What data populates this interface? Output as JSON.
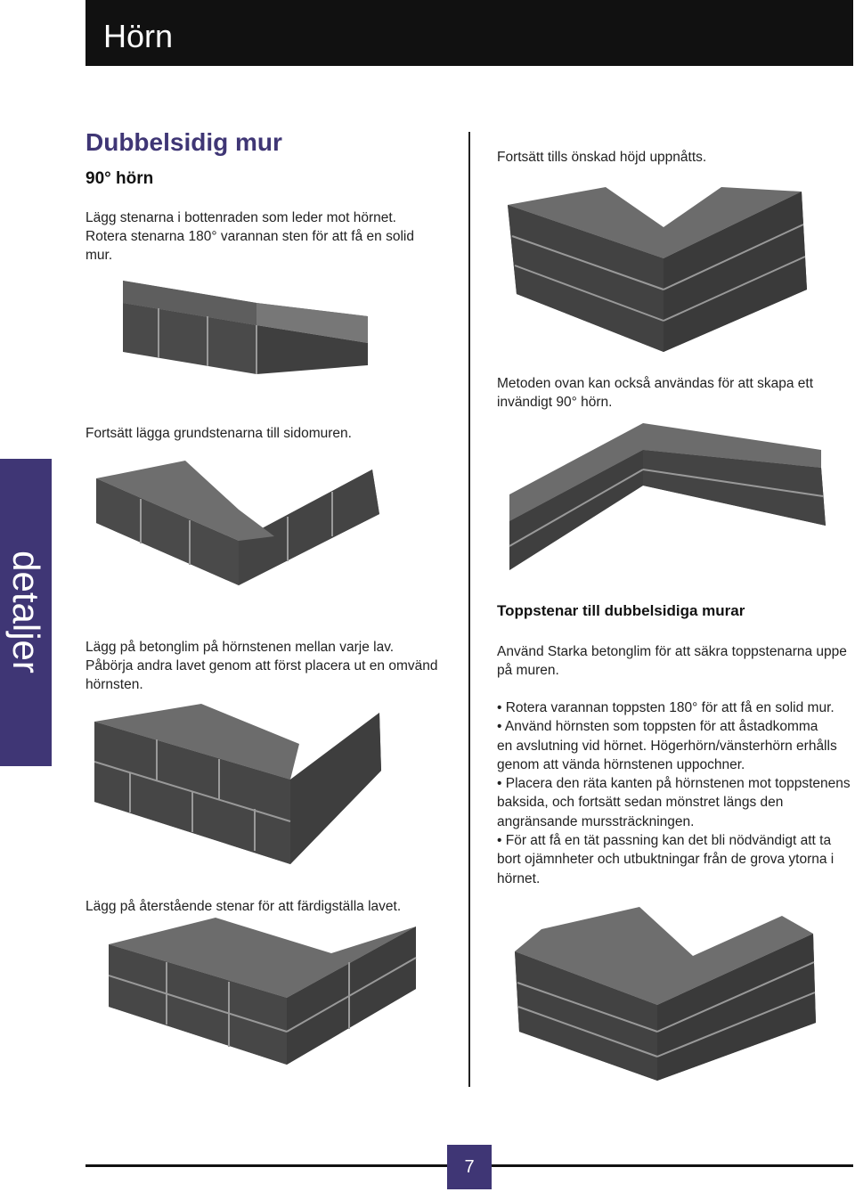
{
  "header": {
    "title": "Hörn"
  },
  "side_tab": {
    "label": "detaljer"
  },
  "left": {
    "heading": "Dubbelsidig mur",
    "subheading": "90° hörn",
    "para1_l1": "Lägg stenarna i bottenraden som leder mot hörnet.",
    "para1_l2": "Rotera stenarna 180° varannan sten för att få en solid",
    "para1_l3": "mur.",
    "para2": "Fortsätt lägga grundstenarna till sidomuren.",
    "para3_l1": "Lägg på betonglim på hörnstenen mellan varje lav.",
    "para3_l2": "Påbörja andra lavet genom att först placera ut en omvänd",
    "para3_l3": "hörnsten.",
    "para4": "Lägg på återstående stenar för att färdigställa lavet."
  },
  "right": {
    "para1": "Fortsätt tills önskad höjd uppnåtts.",
    "para2_l1": "Metoden ovan kan också användas för att skapa ett",
    "para2_l2": "invändigt 90° hörn.",
    "heading": "Toppstenar till dubbelsidiga murar",
    "para3_l1": "Använd Starka betonglim för att säkra toppstenarna uppe",
    "para3_l2": "på muren.",
    "bullets": [
      "• Rotera varannan toppsten 180° för att få en solid mur.",
      "• Använd hörnsten som toppsten för att åstadkomma",
      "en avslutning vid hörnet. Högerhörn/vänsterhörn erhålls",
      "genom att vända hörnstenen uppochner.",
      "• Placera den räta kanten på hörnstenen mot toppstenens",
      "baksida, och fortsätt sedan mönstret längs den",
      "angränsande murssträckningen.",
      "• För att få en tät passning kan det bli nödvändigt att ta",
      "bort ojämnheter och utbuktningar från de grova ytorna i",
      "hörnet."
    ]
  },
  "footer": {
    "page_number": "7"
  },
  "colors": {
    "accent": "#3f3675",
    "header_bg": "#111111"
  }
}
